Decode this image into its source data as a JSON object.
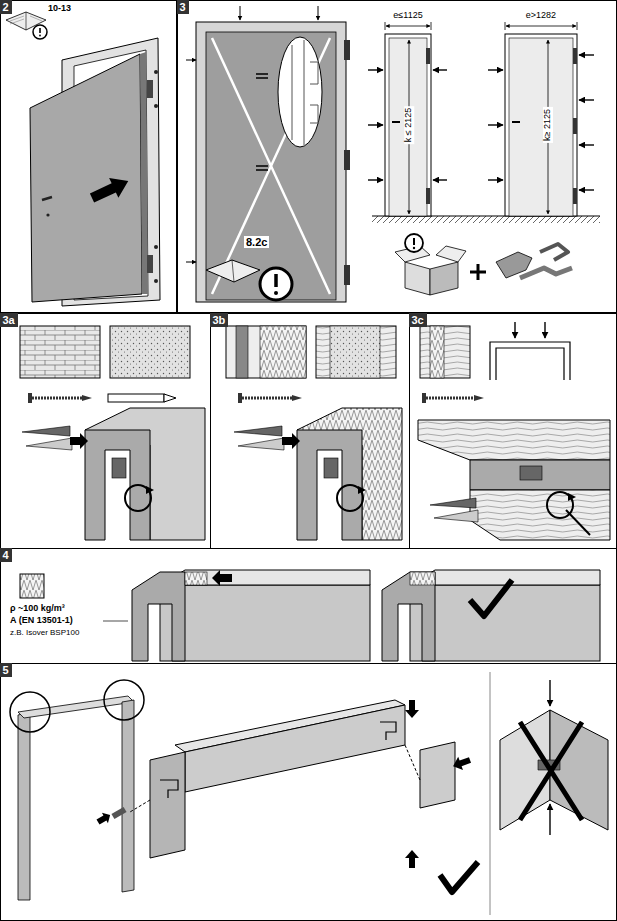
{
  "diagram": {
    "nodes": [
      {
        "text": [
          "2"
        ]
      },
      {
        "text": [
          "3"
        ]
      },
      {
        "text": [
          "3a"
        ]
      },
      {
        "text": [
          "3b"
        ]
      },
      {
        "text": [
          "3c"
        ]
      },
      {
        "text": [
          "4"
        ]
      },
      {
        "text": [
          "5"
        ]
      }
    ],
    "labels": [
      "10-13",
      "8.2c",
      "e≤1125",
      "k ≤ 2125",
      "e>1282",
      "k≥ 2125",
      "ρ ~100 kg/m³",
      "A (EN 13501-1)",
      "z.B. Isover BSP100"
    ]
  }
}
